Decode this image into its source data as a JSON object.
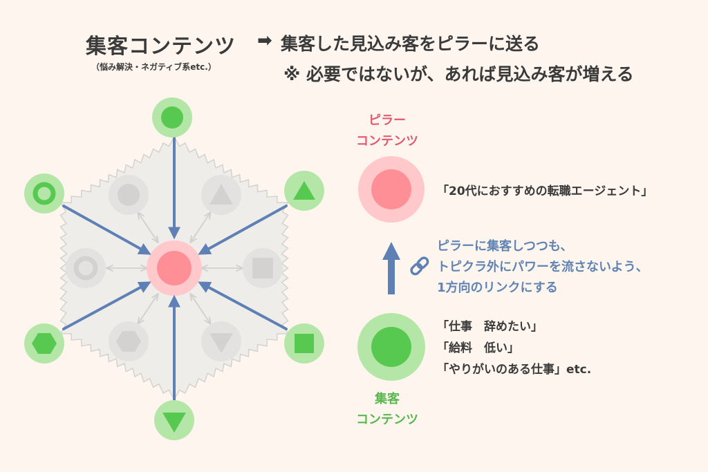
{
  "header": {
    "title": "集客コンテンツ",
    "subtitle": "（悩み解決・ネガティブ系etc.）",
    "arrow_icon": "right-arrow-icon",
    "headline": "集客した見込み客をピラーに送る",
    "note": "※ 必要ではないが、あれば見込み客が増える"
  },
  "pillar": {
    "title_line1": "ピラー",
    "title_line2": "コンテンツ",
    "example": "「20代におすすめの転職エージェント」",
    "color": "#ff8f96"
  },
  "link": {
    "icon": "chain-link-icon",
    "line1": "ピラーに集客しつつも、",
    "line2": "トピクラ外にパワーを流さないよう、",
    "line3": "1方向のリンクにする",
    "color": "#5f83b3"
  },
  "acquisition": {
    "keywords": [
      "「仕事　辞めたい」",
      "「給料　低い」",
      "「やりがいのある仕事」etc."
    ],
    "title_line1": "集客",
    "title_line2": "コンテンツ",
    "color": "#58c950"
  },
  "diagram": {
    "outer_icons": [
      "circle-icon",
      "triangle-icon",
      "square-icon",
      "down-triangle-icon",
      "hexagon-icon",
      "ring-icon"
    ],
    "inner_icons": [
      "circle-icon",
      "triangle-icon",
      "square-icon",
      "down-triangle-icon",
      "hexagon-icon",
      "ring-icon"
    ]
  }
}
